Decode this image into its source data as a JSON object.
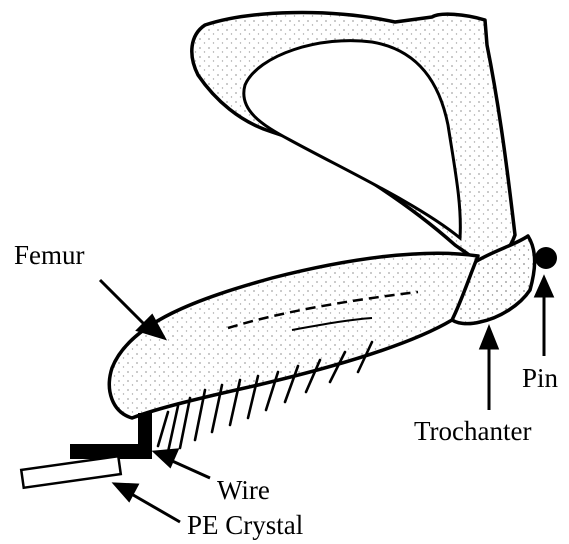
{
  "labels": {
    "femur": "Femur",
    "pin": "Pin",
    "trochanter": "Trochanter",
    "wire": "Wire",
    "pe_crystal": "PE Crystal"
  },
  "colors": {
    "ink": "#000000",
    "paper": "#ffffff"
  }
}
